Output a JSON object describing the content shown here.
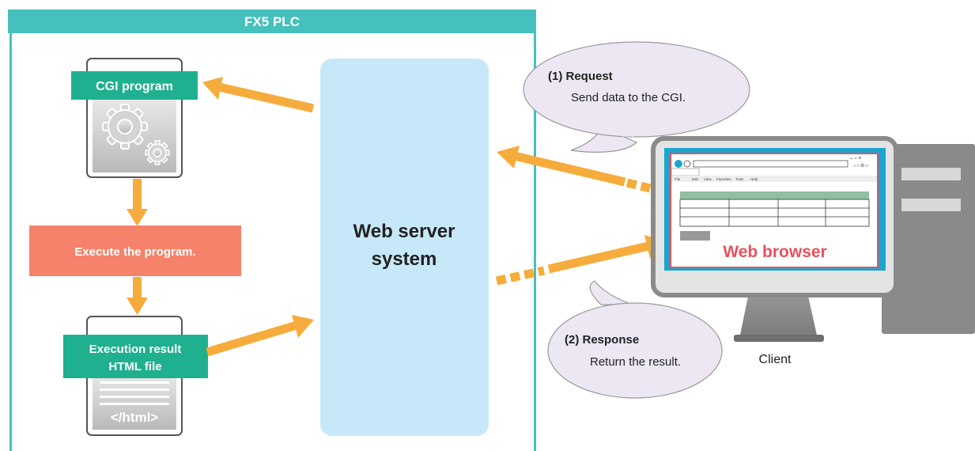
{
  "plc": {
    "title": "FX5 PLC"
  },
  "cgi": {
    "label": "CGI program"
  },
  "execute": {
    "label": "Execute the program."
  },
  "result": {
    "line1": "Execution result",
    "line2": "HTML file",
    "tag_text": "</html>"
  },
  "server": {
    "line1": "Web server",
    "line2": "system"
  },
  "request": {
    "title": "(1) Request",
    "text": "Send data to the CGI."
  },
  "response": {
    "title": "(2) Response",
    "text": "Return the result."
  },
  "browser": {
    "label": "Web browser",
    "menu": [
      "File",
      "Edit",
      "View",
      "Favorites",
      "Tools",
      "Help"
    ]
  },
  "client": {
    "label": "Client"
  },
  "colors": {
    "teal": "#45c0bc",
    "green": "#1fb08f",
    "salmon": "#f5826a",
    "orange": "#f6ac3c",
    "server_blue": "#c6e8f8",
    "bubble": "#ece7f3",
    "browser_red": "#e8505c"
  }
}
